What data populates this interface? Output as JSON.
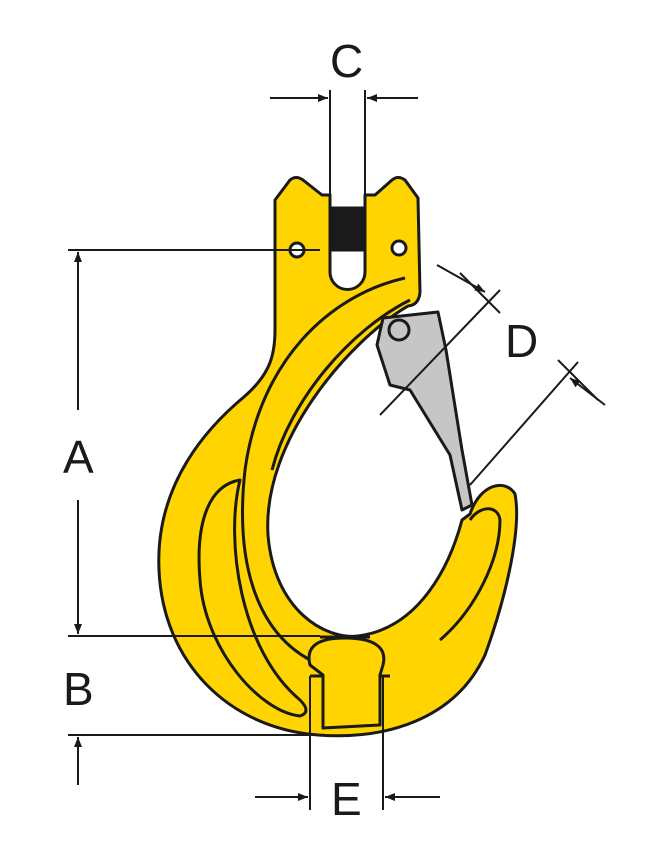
{
  "diagram": {
    "labels": {
      "C": "C",
      "D": "D",
      "A": "A",
      "B": "B",
      "E": "E"
    },
    "colors": {
      "body": "#FFD400",
      "latch": "#C6C6C6",
      "outline": "#1a1a1a",
      "sleeve": "#1a1a1a"
    }
  }
}
